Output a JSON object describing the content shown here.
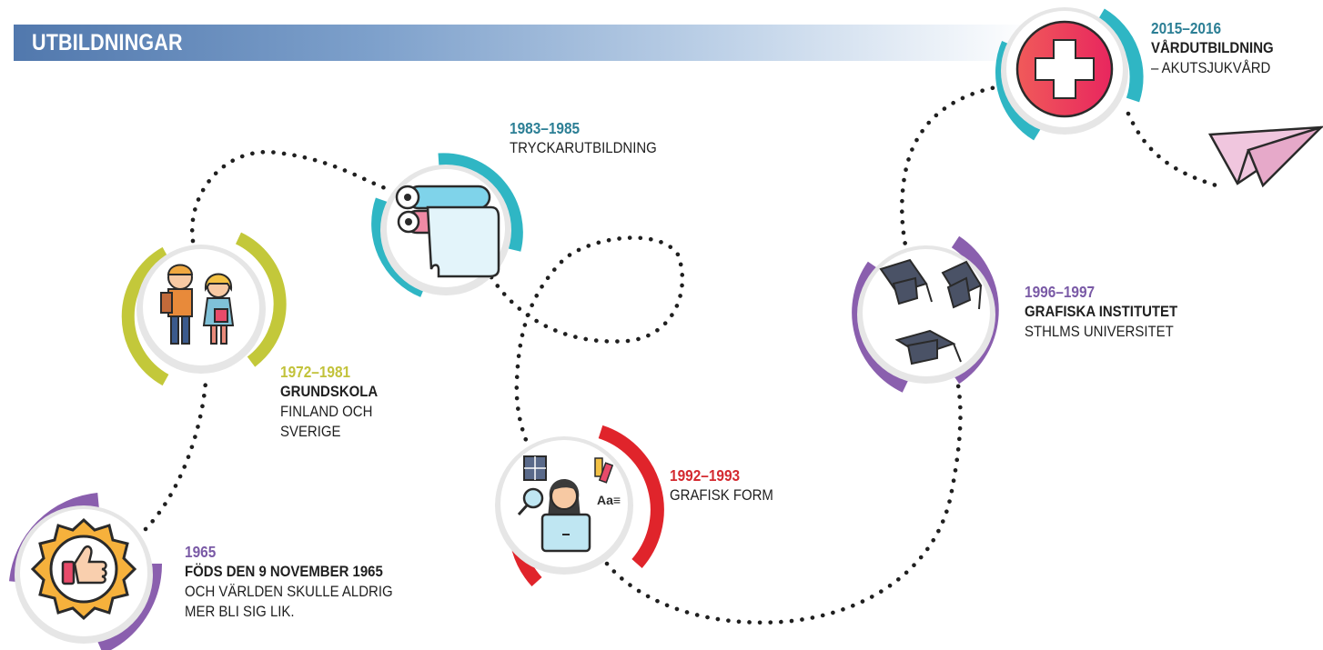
{
  "header": {
    "title": "UTBILDNINGAR"
  },
  "colors": {
    "purple": "#8a5fae",
    "olive": "#c3c83a",
    "teal": "#2fb6c4",
    "red": "#e0242b",
    "header_blue": "#5178ad"
  },
  "timeline": [
    {
      "id": "birth",
      "year": "1965",
      "title": "FÖDS DEN 9 NOVEMBER 1965",
      "lines": [
        "OCH VÄRLDEN SKULLE ALDRIG",
        "MER BLI SIG LIK."
      ],
      "icon": "thumbs-up-badge-icon",
      "ring_color": "purple"
    },
    {
      "id": "grundskola",
      "year": "1972–1981",
      "title": "GRUNDSKOLA",
      "lines": [
        "FINLAND OCH",
        "SVERIGE"
      ],
      "icon": "schoolchildren-icon",
      "ring_color": "olive"
    },
    {
      "id": "tryck",
      "year": "1983–1985",
      "title": "",
      "lines": [
        "TRYCKARUTBILDNING"
      ],
      "icon": "paper-roll-icon",
      "ring_color": "teal"
    },
    {
      "id": "grafisk",
      "year": "1992–1993",
      "title": "",
      "lines": [
        "GRAFISK FORM"
      ],
      "icon": "graphic-designer-icon",
      "ring_color": "red"
    },
    {
      "id": "institutet",
      "year": "1996–1997",
      "title": "GRAFISKA INSTITUTET",
      "lines": [
        "STHLMS UNIVERSITET"
      ],
      "icon": "graduation-caps-icon",
      "ring_color": "purple"
    },
    {
      "id": "vard",
      "year": "2015–2016",
      "title": "VÅRDUTBILDNING",
      "lines": [
        "– AKUTSJUKVÅRD"
      ],
      "icon": "medical-cross-icon",
      "ring_color": "teal"
    }
  ],
  "end_icon": "paper-plane-icon"
}
